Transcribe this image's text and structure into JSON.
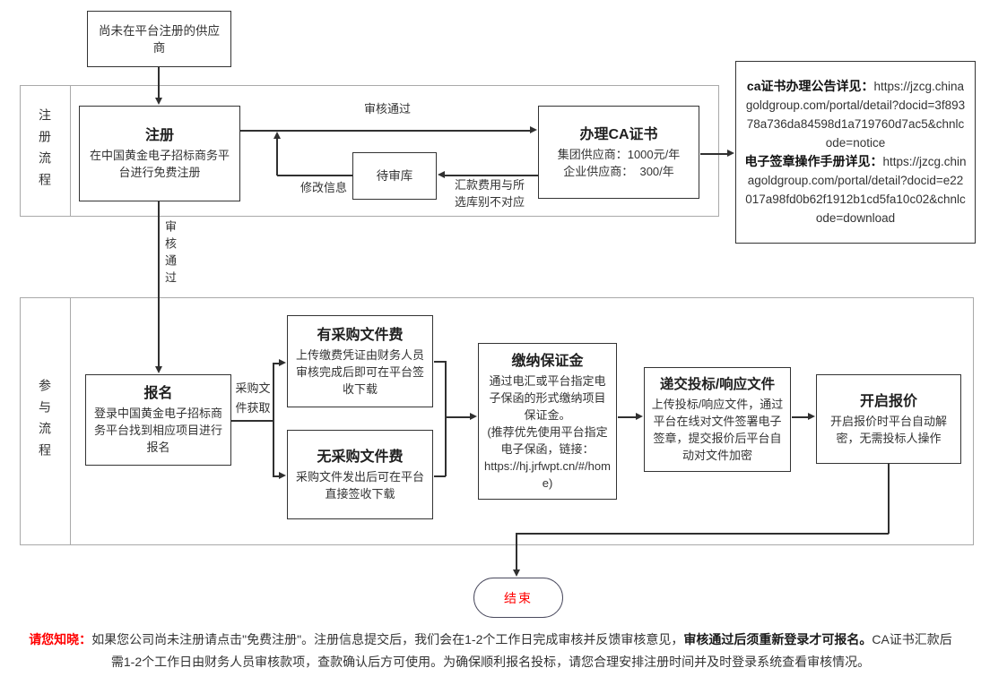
{
  "diagram": {
    "sections": {
      "registration": {
        "label": "注册流程"
      },
      "participation": {
        "label": "参与流程"
      }
    },
    "nodes": {
      "start": {
        "text": "尚未在平台注册的供应商"
      },
      "register": {
        "title": "注册",
        "body": "在中国黄金电子招标商务平台进行免费注册"
      },
      "pending_pool": {
        "text": "待审库"
      },
      "ca_cert": {
        "title": "办理CA证书",
        "line1": "集团供应商：1000元/年",
        "line2": "企业供应商：  300/年"
      },
      "ca_info": {
        "label1": "ca证书办理公告详见：",
        "url1": "https://jzcg.chinagoldgroup.com/portal/detail?docid=3f89378a736da84598d1a719760d7ac5&chnlcode=notice",
        "label2": "电子签章操作手册详见：",
        "url2": "https://jzcg.chinagoldgroup.com/portal/detail?docid=e22017a98fd0b62f1912b1cd5fa10c02&chnlcode=download"
      },
      "signup": {
        "title": "报名",
        "body": "登录中国黄金电子招标商务平台找到相应项目进行报名"
      },
      "fee_yes": {
        "title": "有采购文件费",
        "body": "上传缴费凭证由财务人员审核完成后即可在平台签收下载"
      },
      "fee_no": {
        "title": "无采购文件费",
        "body": "采购文件发出后可在平台直接签收下载"
      },
      "deposit": {
        "title": "缴纳保证金",
        "body": "通过电汇或平台指定电子保函的形式缴纳项目保证金。\n(推荐优先使用平台指定电子保函，链接：\nhttps://hj.jrfwpt.cn/#/home)"
      },
      "submit_docs": {
        "title": "递交投标/响应文件",
        "body": "上传投标/响应文件，通过平台在线对文件签署电子签章，提交报价后平台自动对文件加密"
      },
      "open_quote": {
        "title": "开启报价",
        "body": "开启报价时平台自动解密，无需投标人操作"
      },
      "end": {
        "text": "结束"
      }
    },
    "edge_labels": {
      "audit_pass": "审核通过",
      "modify_info": "修改信息",
      "remit_mismatch": "汇款费用与所选库别不对应",
      "audit_pass_vertical": "审核通过",
      "doc_obtain": "采购文件获取"
    }
  },
  "note": {
    "prefix": "请您知晓：",
    "text1": "如果您公司尚未注册请点击\"免费注册\"。注册信息提交后，我们会在1-2个工作日完成审核并反馈审核意见，",
    "bold": "审核通过后须重新登录才可报名。",
    "text2": "CA证书汇款后需1-2个工作日由财务人员审核款项，查款确认后方可使用。为确保顺利报名投标，请您合理安排注册时间并及时登录系统查看审核情况。"
  },
  "colors": {
    "red": "#ff0000",
    "line": "#303030",
    "section_border": "#a9a9a9"
  }
}
